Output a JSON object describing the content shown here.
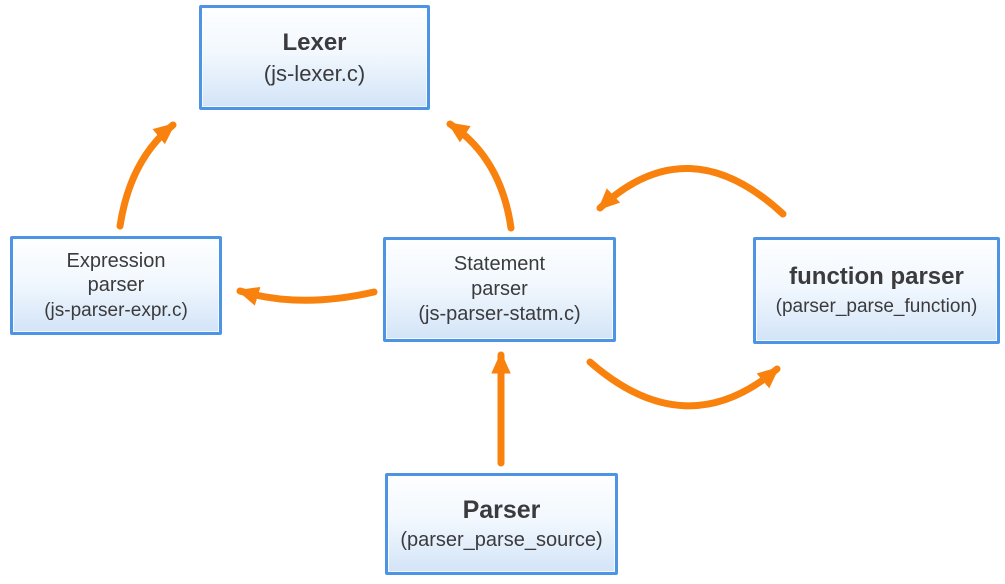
{
  "colors": {
    "arrow": "#F8820D",
    "box_border": "#4E94E4",
    "box_fill_top": "#FDFEFF",
    "box_fill_bottom": "#D3E4F7",
    "text": "#3B3B3D"
  },
  "nodes": {
    "lexer": {
      "title": "Lexer",
      "subtitle": "(js-lexer.c)"
    },
    "expression_parser": {
      "title": "Expression\nparser",
      "subtitle": "(js-parser-expr.c)"
    },
    "statement_parser": {
      "title": "Statement\nparser",
      "subtitle": "(js-parser-statm.c)"
    },
    "function_parser": {
      "title": "function parser",
      "subtitle": "(parser_parse_function)"
    },
    "parser": {
      "title": "Parser",
      "subtitle": "(parser_parse_source)"
    }
  },
  "edges": [
    {
      "from": "expression_parser",
      "to": "lexer"
    },
    {
      "from": "statement_parser",
      "to": "lexer"
    },
    {
      "from": "statement_parser",
      "to": "expression_parser"
    },
    {
      "from": "function_parser",
      "to": "statement_parser"
    },
    {
      "from": "statement_parser",
      "to": "function_parser"
    },
    {
      "from": "parser",
      "to": "statement_parser"
    }
  ]
}
